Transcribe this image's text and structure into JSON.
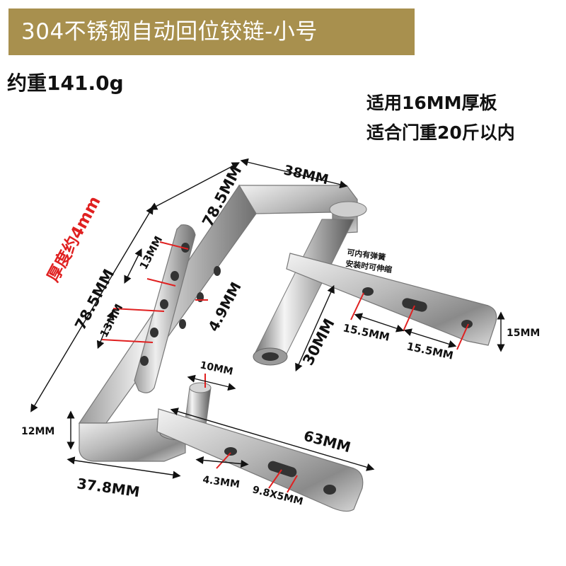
{
  "header": {
    "title": "304不锈钢自动回位铰链-小号",
    "banner_color": "#a8904e"
  },
  "weight_text": "约重141.0g",
  "specs": {
    "board": "适用16MM厚板",
    "door": "适合门重20斤以内"
  },
  "annotation": {
    "thickness": "厚度约4mm",
    "spring_note_1": "可内有弹簧",
    "spring_note_2": "安装时可伸缩",
    "accent_color": "#e02020"
  },
  "dimensions": {
    "top_width": "38MM",
    "top_height": "78.5MM",
    "side_height": "78.5MM",
    "hole_gap_top": "13MM",
    "hole_gap_bottom": "13MM",
    "edge_offset": "4.9MM",
    "shaft_length": "30MM",
    "top_hole_1": "15.5MM",
    "top_hole_2": "15.5MM",
    "top_plate_width": "15MM",
    "pin_width": "10MM",
    "bottom_length": "63MM",
    "base_height": "12MM",
    "base_width": "37.8MM",
    "round_hole": "4.3MM",
    "slot_hole": "9.8X5MM"
  }
}
